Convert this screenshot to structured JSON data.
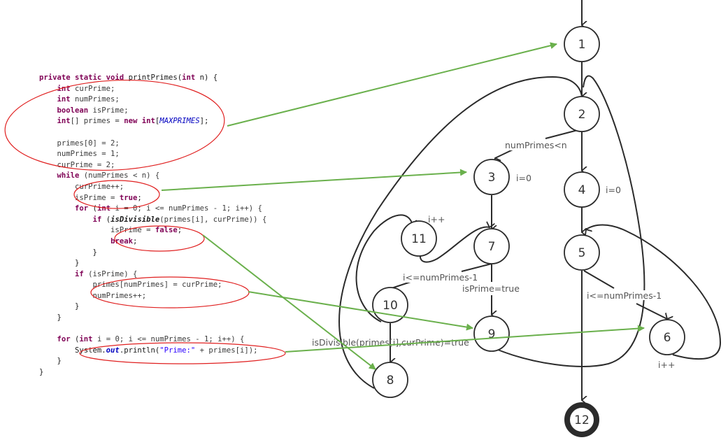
{
  "code": {
    "lines": [
      [
        {
          "t": "private static void ",
          "c": "kw"
        },
        {
          "t": "printPrimes(",
          "c": "plain"
        },
        {
          "t": "int",
          "c": "kw"
        },
        {
          "t": " n) {",
          "c": "plain"
        }
      ],
      [
        {
          "t": "    ",
          "c": "plain"
        },
        {
          "t": "int",
          "c": "kw"
        },
        {
          "t": " curPrime;",
          "c": "var"
        }
      ],
      [
        {
          "t": "    ",
          "c": "plain"
        },
        {
          "t": "int",
          "c": "kw"
        },
        {
          "t": " numPrimes;",
          "c": "var"
        }
      ],
      [
        {
          "t": "    ",
          "c": "plain"
        },
        {
          "t": "boolean",
          "c": "kw"
        },
        {
          "t": " isPrime;",
          "c": "var"
        }
      ],
      [
        {
          "t": "    ",
          "c": "plain"
        },
        {
          "t": "int",
          "c": "kw"
        },
        {
          "t": "[] primes = ",
          "c": "var"
        },
        {
          "t": "new int",
          "c": "kw"
        },
        {
          "t": "[",
          "c": "plain"
        },
        {
          "t": "MAXPRIMES",
          "c": "const"
        },
        {
          "t": "];",
          "c": "plain"
        }
      ],
      [
        {
          "t": "",
          "c": "plain"
        }
      ],
      [
        {
          "t": "    primes[0] = 2;",
          "c": "var"
        }
      ],
      [
        {
          "t": "    numPrimes = 1;",
          "c": "var"
        }
      ],
      [
        {
          "t": "    curPrime = 2;",
          "c": "var"
        }
      ],
      [
        {
          "t": "    ",
          "c": "plain"
        },
        {
          "t": "while",
          "c": "kw"
        },
        {
          "t": " (numPrimes < n) {",
          "c": "var"
        }
      ],
      [
        {
          "t": "        curPrime++;",
          "c": "var"
        }
      ],
      [
        {
          "t": "        isPrime = ",
          "c": "var"
        },
        {
          "t": "true",
          "c": "kw"
        },
        {
          "t": ";",
          "c": "plain"
        }
      ],
      [
        {
          "t": "        ",
          "c": "plain"
        },
        {
          "t": "for",
          "c": "kw"
        },
        {
          "t": " (",
          "c": "plain"
        },
        {
          "t": "int",
          "c": "kw"
        },
        {
          "t": " i = 0; i <= numPrimes - 1; i++) {",
          "c": "var"
        }
      ],
      [
        {
          "t": "            ",
          "c": "plain"
        },
        {
          "t": "if",
          "c": "kw"
        },
        {
          "t": " (",
          "c": "plain"
        },
        {
          "t": "isDivisible",
          "c": "it"
        },
        {
          "t": "(primes[i], curPrime)) {",
          "c": "var"
        }
      ],
      [
        {
          "t": "                isPrime = ",
          "c": "var"
        },
        {
          "t": "false",
          "c": "kw"
        },
        {
          "t": ";",
          "c": "plain"
        }
      ],
      [
        {
          "t": "                ",
          "c": "plain"
        },
        {
          "t": "break",
          "c": "kw"
        },
        {
          "t": ";",
          "c": "plain"
        }
      ],
      [
        {
          "t": "            }",
          "c": "plain"
        }
      ],
      [
        {
          "t": "        }",
          "c": "plain"
        }
      ],
      [
        {
          "t": "        ",
          "c": "plain"
        },
        {
          "t": "if",
          "c": "kw"
        },
        {
          "t": " (isPrime) {",
          "c": "var"
        }
      ],
      [
        {
          "t": "            primes[numPrimes] = curPrime;",
          "c": "var"
        }
      ],
      [
        {
          "t": "            numPrimes++;",
          "c": "var"
        }
      ],
      [
        {
          "t": "        }",
          "c": "plain"
        }
      ],
      [
        {
          "t": "    }",
          "c": "plain"
        }
      ],
      [
        {
          "t": "",
          "c": "plain"
        }
      ],
      [
        {
          "t": "    ",
          "c": "plain"
        },
        {
          "t": "for",
          "c": "kw"
        },
        {
          "t": " (",
          "c": "plain"
        },
        {
          "t": "int",
          "c": "kw"
        },
        {
          "t": " i = 0; i <= numPrimes - 1; i++) {",
          "c": "var"
        }
      ],
      [
        {
          "t": "        System.",
          "c": "plain"
        },
        {
          "t": "out",
          "c": "field"
        },
        {
          "t": ".println(",
          "c": "plain"
        },
        {
          "t": "\"Prime:\"",
          "c": "str"
        },
        {
          "t": " + primes[i]);",
          "c": "var"
        }
      ],
      [
        {
          "t": "    }",
          "c": "plain"
        }
      ],
      [
        {
          "t": "}",
          "c": "plain"
        }
      ]
    ]
  },
  "graph": {
    "nodes": [
      {
        "id": "1",
        "label": "1"
      },
      {
        "id": "2",
        "label": "2"
      },
      {
        "id": "3",
        "label": "3",
        "annotation": "i=0"
      },
      {
        "id": "4",
        "label": "4",
        "annotation": "i=0"
      },
      {
        "id": "5",
        "label": "5"
      },
      {
        "id": "6",
        "label": "6",
        "annotation": "i++"
      },
      {
        "id": "7",
        "label": "7"
      },
      {
        "id": "8",
        "label": "8"
      },
      {
        "id": "9",
        "label": "9"
      },
      {
        "id": "10",
        "label": "10"
      },
      {
        "id": "11",
        "label": "11",
        "annotation": "i++"
      },
      {
        "id": "12",
        "label": "12",
        "terminal": true
      }
    ],
    "edges": [
      {
        "from": "start",
        "to": "1"
      },
      {
        "from": "1",
        "to": "2"
      },
      {
        "from": "2",
        "to": "3",
        "label": "numPrimes<n"
      },
      {
        "from": "2",
        "to": "4"
      },
      {
        "from": "3",
        "to": "7"
      },
      {
        "from": "4",
        "to": "5"
      },
      {
        "from": "5",
        "to": "6",
        "label": "i<=numPrimes-1"
      },
      {
        "from": "5",
        "to": "12"
      },
      {
        "from": "6",
        "to": "5"
      },
      {
        "from": "7",
        "to": "10",
        "label": "i<=numPrimes-1"
      },
      {
        "from": "7",
        "to": "9",
        "label": "isPrime=true"
      },
      {
        "from": "9",
        "to": "2"
      },
      {
        "from": "10",
        "to": "8",
        "label": "isDivisible(primes[i],curPrime)=true"
      },
      {
        "from": "10",
        "to": "11"
      },
      {
        "from": "11",
        "to": "7"
      },
      {
        "from": "8",
        "to": "2"
      }
    ],
    "mappings": [
      {
        "code_block": "declarations-and-init",
        "node": "1"
      },
      {
        "code_block": "curPrime-increment-isPrime-true",
        "node": "3"
      },
      {
        "code_block": "isPrime-false-break",
        "node": "8"
      },
      {
        "code_block": "store-prime-increment",
        "node": "9"
      },
      {
        "code_block": "print-prime",
        "node": "6"
      }
    ]
  },
  "colors": {
    "highlight_ellipse": "#e02020",
    "mapping_arrow": "#6ab04c",
    "graph_stroke": "#2b2b2b"
  }
}
